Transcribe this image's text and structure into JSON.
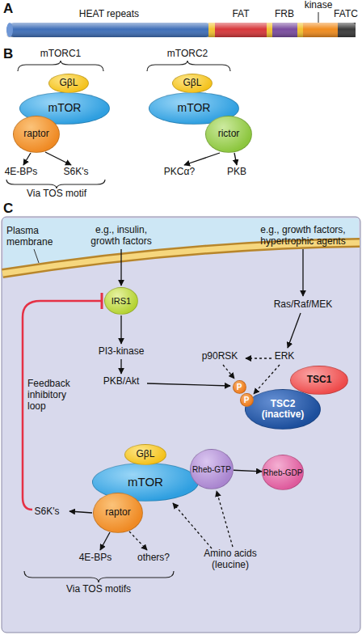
{
  "diagram": {
    "nodes": [
      {
        "text": [
          "GβL"
        ]
      },
      {
        "text": [
          "mTOR"
        ]
      },
      {
        "text": [
          "raptor"
        ]
      },
      {
        "text": [
          "GβL"
        ]
      },
      {
        "text": [
          "mTOR"
        ]
      },
      {
        "text": [
          "rictor"
        ]
      },
      {
        "text": [
          "IRS1"
        ]
      },
      {
        "text": [
          "P"
        ]
      },
      {
        "text": [
          "P"
        ]
      },
      {
        "text": [
          "TSC1"
        ]
      },
      {
        "text": [
          "TSC2 (inactive)"
        ]
      },
      {
        "text": [
          "GβL"
        ]
      },
      {
        "text": [
          "mTOR"
        ]
      },
      {
        "text": [
          "Rheb-GTP"
        ]
      },
      {
        "text": [
          "Rheb-GDP"
        ]
      },
      {
        "text": [
          "raptor"
        ]
      }
    ],
    "edges": [
      {
        "from": 13,
        "to": 14,
        "arrow": "to"
      }
    ],
    "labels": [
      "A",
      "HEAT repeats",
      "FAT",
      "FRB",
      "kinase",
      "FATC",
      "B",
      "mTORC1",
      "mTORC2",
      "4E-BPs",
      "S6K's",
      "PKCα?",
      "PKB",
      "Via TOS motif",
      "C",
      "Plasma membrane",
      "e.g., insulin, growth factors",
      "e.g., growth factors, hypertrophic agents",
      "Ras/Raf/MEK",
      "PI3-kinase",
      "ERK",
      "p90RSK",
      "PKB/Akt",
      "Feedback inhibitory loop",
      "S6K's",
      "4E-BPs",
      "others?",
      "Via TOS motifs",
      "Amino acids (leucine)"
    ]
  }
}
